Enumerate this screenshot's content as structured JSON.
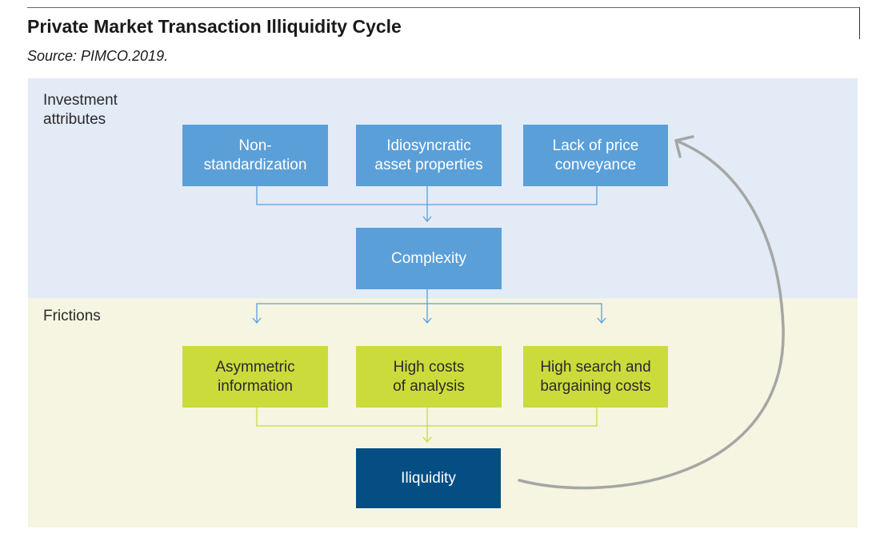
{
  "header": {
    "title": "Private Market Transaction Illiquidity Cycle",
    "source": "Source: PIMCO.2019."
  },
  "bands": {
    "investment_label": "Investment attributes",
    "frictions_label": "Frictions"
  },
  "nodes": {
    "non_standardization": "Non-standardization",
    "non_standardization_line1": "Non-",
    "non_standardization_line2": "standardization",
    "idiosyncratic_line1": "Idiosyncratic",
    "idiosyncratic_line2": "asset properties",
    "lack_price_line1": "Lack of price",
    "lack_price_line2": "conveyance",
    "complexity": "Complexity",
    "asymmetric_line1": "Asymmetric",
    "asymmetric_line2": "information",
    "high_costs_line1": "High costs",
    "high_costs_line2": "of analysis",
    "search_line1": "High search and",
    "search_line2": "bargaining costs",
    "illiquidity": "Iliquidity"
  },
  "colors": {
    "investment_band": "#e3ebf6",
    "frictions_band": "#f5f5e1",
    "attribute_box": "#5b9fd9",
    "friction_box": "#cbdb3c",
    "illiquidity_box": "#044e83",
    "blue_connector": "#5b9fd9",
    "lime_connector": "#cbdb3c",
    "cycle_arrow": "#a6a6a6"
  }
}
